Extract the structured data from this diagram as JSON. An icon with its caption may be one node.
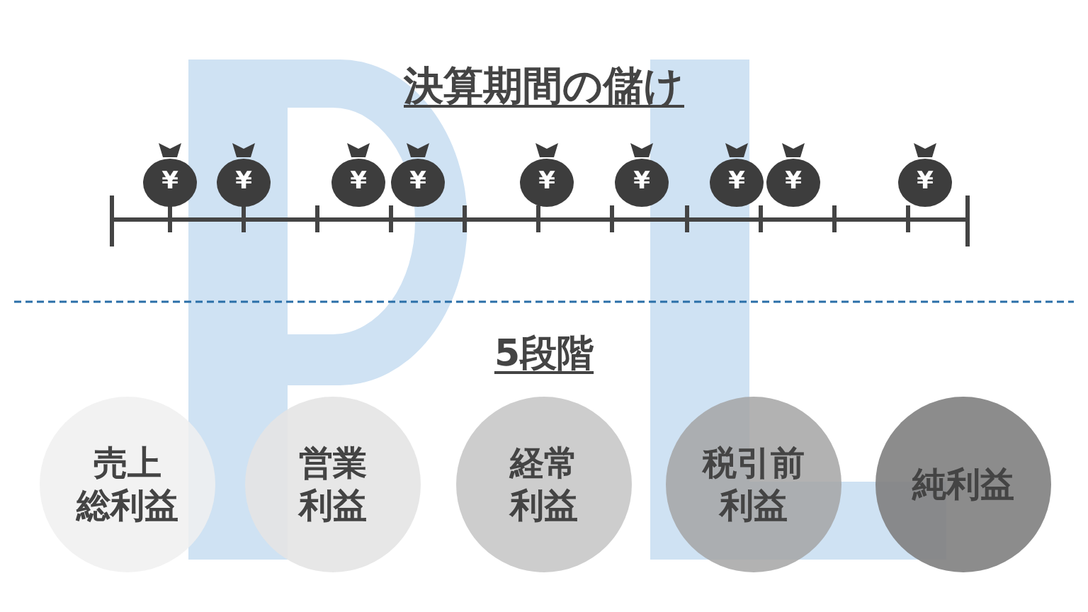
{
  "diagram": {
    "title": "決算期間の儲け",
    "nodes": [
      {
        "text": [
          "売上総利益"
        ]
      },
      {
        "text": [
          "営業利益"
        ]
      },
      {
        "text": [
          "経常利益"
        ]
      },
      {
        "text": [
          "税引前利益"
        ]
      },
      {
        "text": [
          "純利益"
        ]
      }
    ],
    "labels": [
      "¥",
      "¥",
      "¥",
      "¥",
      "¥",
      "¥",
      "¥",
      "¥",
      "¥",
      "5段階"
    ]
  }
}
